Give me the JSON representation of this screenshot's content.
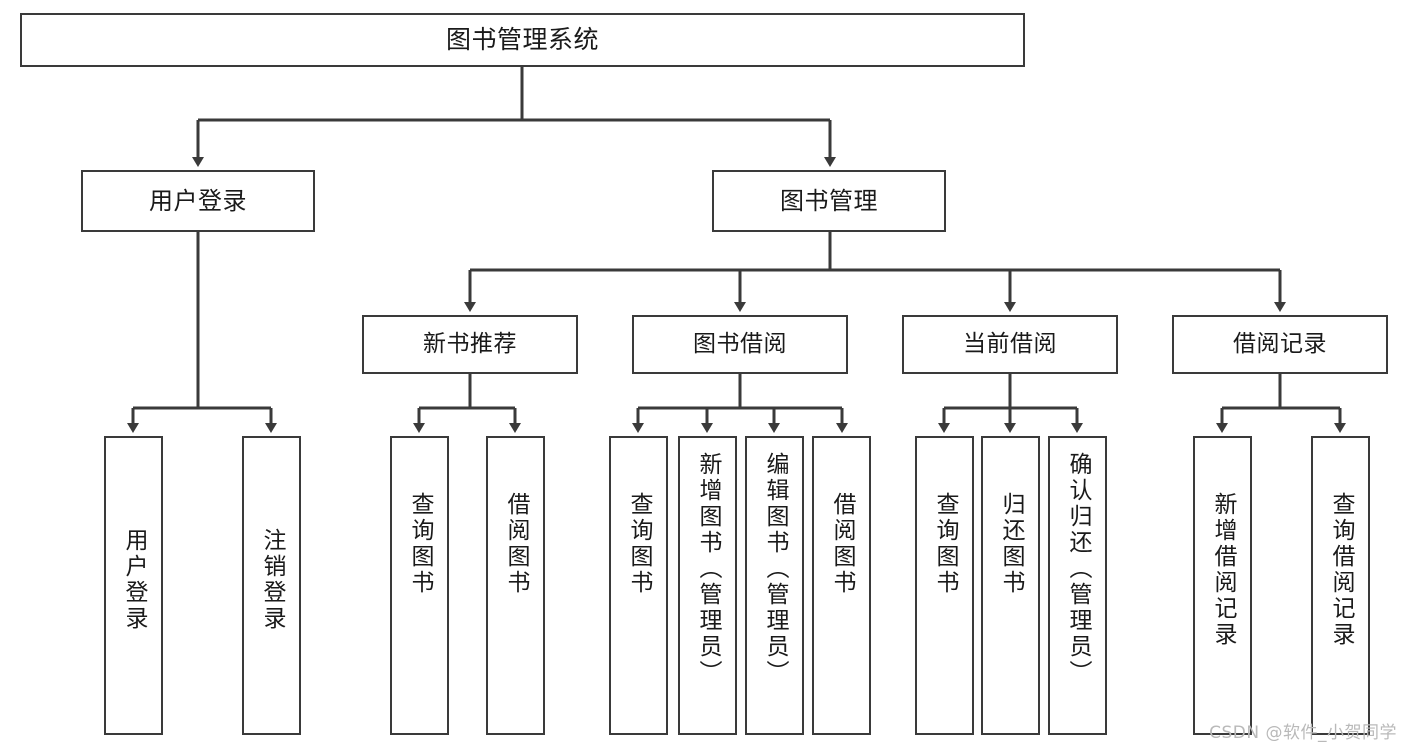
{
  "diagram": {
    "title": "图书管理系统",
    "watermark": "CSDN @软件_小贺同学",
    "colors": {
      "background": "#ffffff",
      "stroke": "#3a3a3a",
      "text": "#1a1a1a",
      "watermark": "#b9b9b9"
    },
    "root": {
      "label": "图书管理系统"
    },
    "level2": [
      {
        "label": "用户登录"
      },
      {
        "label": "图书管理"
      }
    ],
    "level3": [
      {
        "label": "新书推荐"
      },
      {
        "label": "图书借阅"
      },
      {
        "label": "当前借阅"
      },
      {
        "label": "借阅记录"
      }
    ],
    "leaves": {
      "user_login": [
        {
          "label": "用户登录"
        },
        {
          "label": "注销登录"
        }
      ],
      "new_book_recommend": [
        {
          "label": "查询图书"
        },
        {
          "label": "借阅图书"
        }
      ],
      "book_borrow": [
        {
          "label": "查询图书"
        },
        {
          "label": "新增图书（管理员）"
        },
        {
          "label": "编辑图书（管理员）"
        },
        {
          "label": "借阅图书"
        }
      ],
      "current_borrow": [
        {
          "label": "查询图书"
        },
        {
          "label": "归还图书"
        },
        {
          "label": "确认归还（管理员）"
        }
      ],
      "borrow_record": [
        {
          "label": "新增借阅记录"
        },
        {
          "label": "查询借阅记录"
        }
      ]
    }
  }
}
